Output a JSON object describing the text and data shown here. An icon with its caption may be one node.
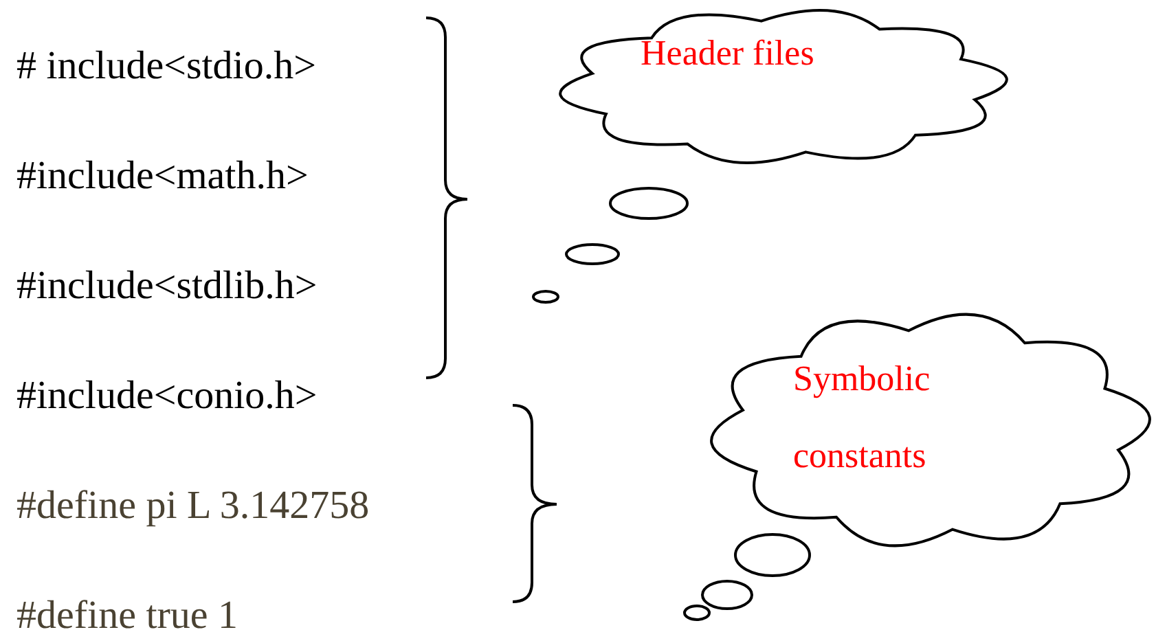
{
  "diagram": {
    "nodes": [
      {
        "text": [
          "Header files"
        ]
      },
      {
        "text": [
          "Symbolic constants"
        ]
      }
    ],
    "labels": [
      "# include<stdio.h>",
      "#include<math.h>",
      "#include<stdlib.h>",
      "#include<conio.h>",
      "#define pi L 3.142758",
      "#define true 1"
    ]
  }
}
